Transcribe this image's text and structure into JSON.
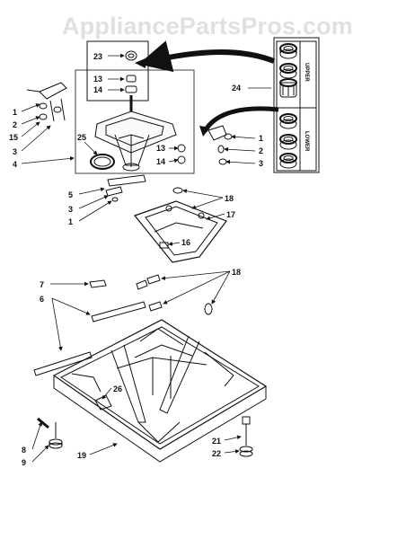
{
  "watermark": "AppliancePartsPros.com",
  "kit": {
    "upper": "UPPER",
    "lower": "LOWER"
  },
  "callouts": {
    "c23": "23",
    "c13a": "13",
    "c14a": "14",
    "c24": "24",
    "c1a": "1",
    "c2a": "2",
    "c15": "15",
    "c3a": "3",
    "c4": "4",
    "c25": "25",
    "c13b": "13",
    "c14b": "14",
    "c1b": "1",
    "c2b": "2",
    "c3b": "3",
    "c5": "5",
    "c3c": "3",
    "c1c": "1",
    "c18a": "18",
    "c17": "17",
    "c16": "16",
    "c7": "7",
    "c6": "6",
    "c18b": "18",
    "c26": "26",
    "c21": "21",
    "c22": "22",
    "c8": "8",
    "c9": "9",
    "c19": "19"
  }
}
